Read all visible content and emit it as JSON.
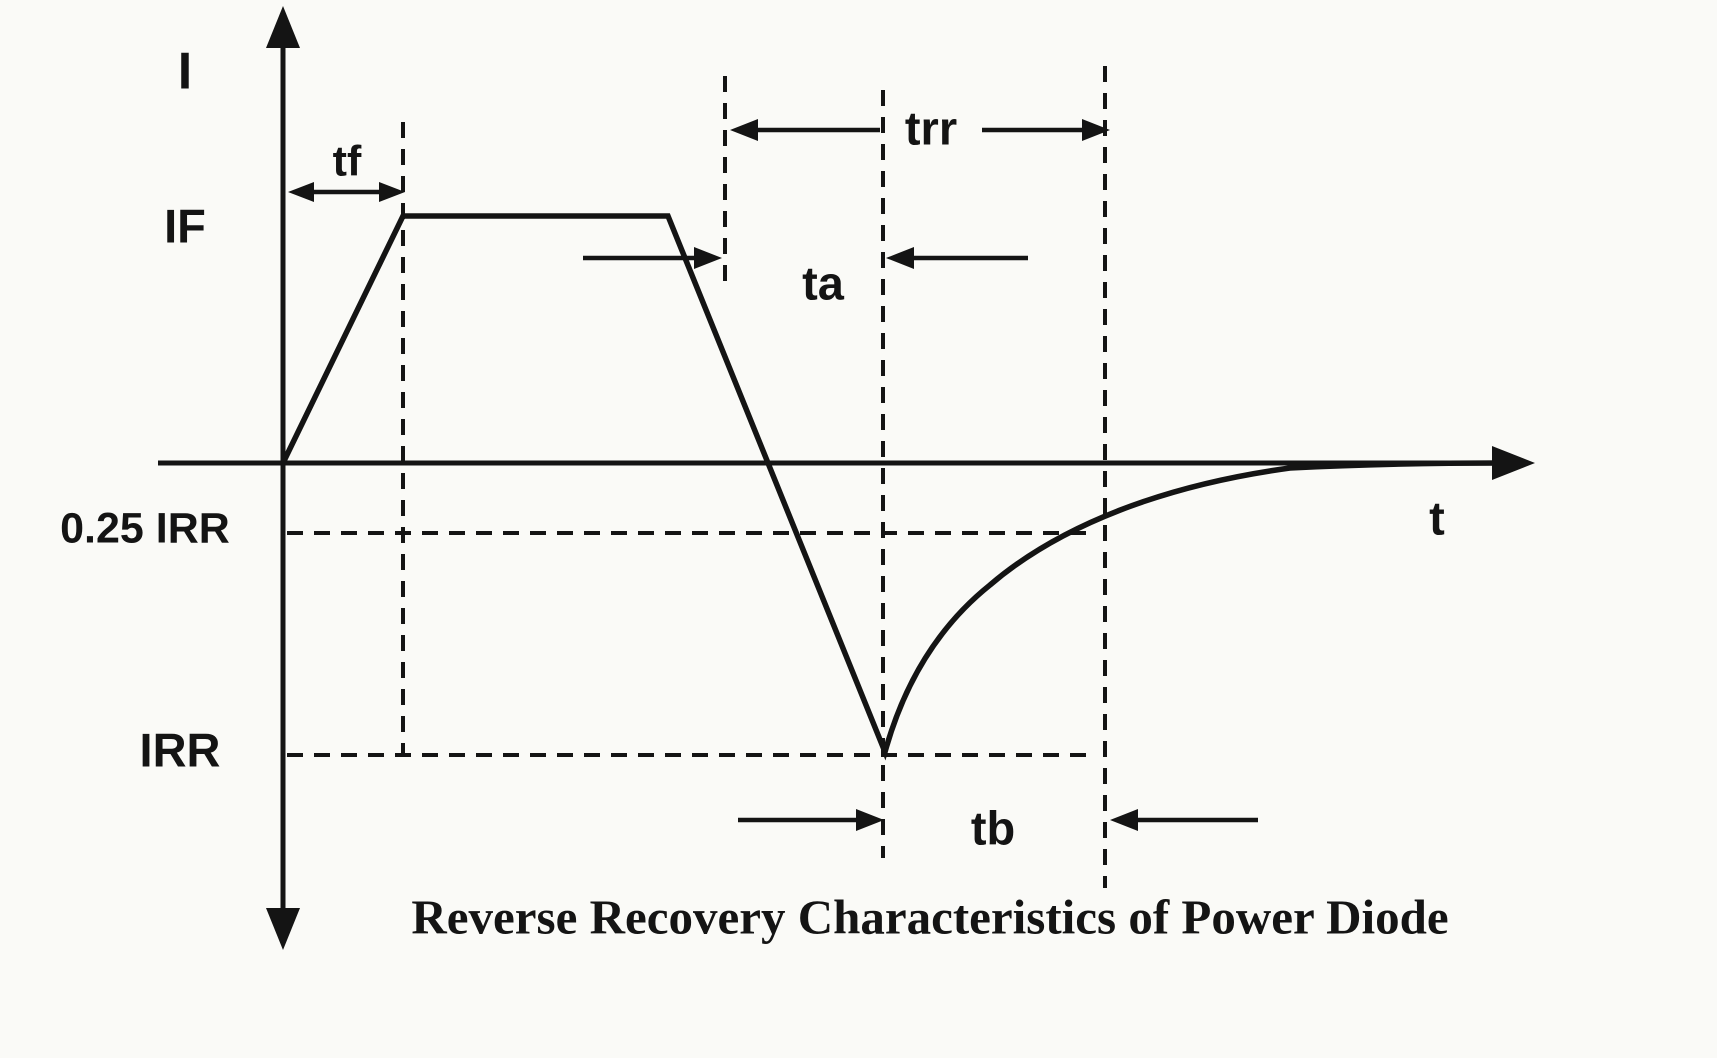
{
  "colors": {
    "ink": "#141414",
    "background": "#fafaf7"
  },
  "diagram": {
    "title": "Reverse Recovery Characteristics of Power Diode",
    "axes": {
      "y_label": "I",
      "x_label": "t"
    },
    "levels": {
      "forward_current": "IF",
      "quarter_reverse_peak": "0.25 IRR",
      "reverse_peak": "IRR"
    },
    "intervals": {
      "rise_time": "tf",
      "reverse_recovery_time": "trr",
      "ta": "ta",
      "tb": "tb"
    }
  }
}
